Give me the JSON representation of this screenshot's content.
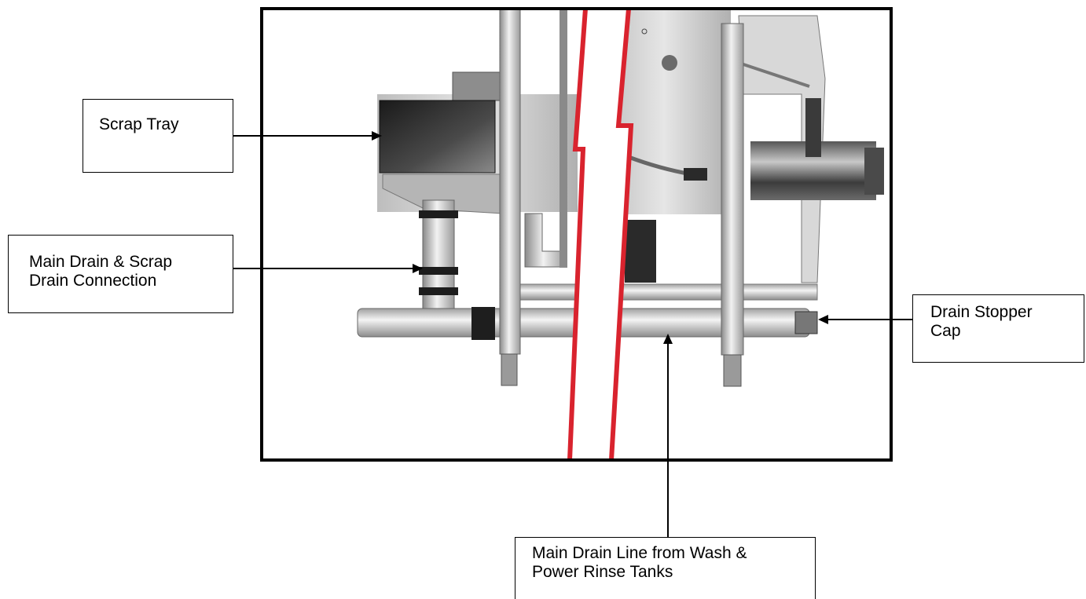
{
  "callouts": {
    "scrap_tray": [
      "Scrap Tray"
    ],
    "main_drain_connection": [
      "Main Drain & Scrap",
      "Drain Connection"
    ],
    "drain_stopper_cap": [
      "Drain Stopper",
      "Cap"
    ],
    "main_drain_line": [
      "Main Drain Line from Wash &",
      "Power Rinse Tanks"
    ]
  },
  "colors": {
    "frame": "#000000",
    "break_line": "#d9232e",
    "machine_fill": "#c9c9c9",
    "machine_dark": "#3a3a3a"
  }
}
